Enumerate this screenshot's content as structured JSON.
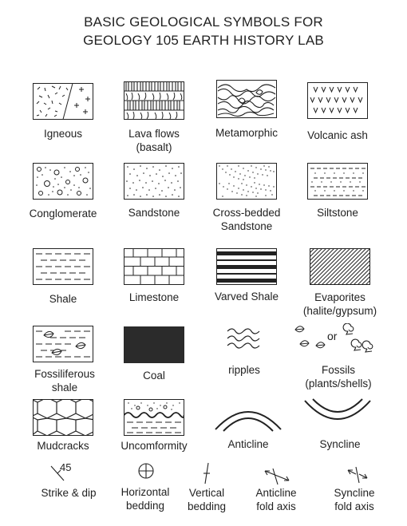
{
  "title": {
    "line1": "BASIC GEOLOGICAL SYMBOLS FOR",
    "line2": "GEOLOGY 105 EARTH HISTORY LAB"
  },
  "symbols": [
    {
      "id": "igneous",
      "label": "Igneous",
      "icon": "igneous-pattern"
    },
    {
      "id": "lava-flows",
      "label": "Lava flows\n(basalt)",
      "icon": "lava-flow-pattern"
    },
    {
      "id": "metamorphic",
      "label": "Metamorphic",
      "icon": "metamorphic-pattern"
    },
    {
      "id": "volcanic-ash",
      "label": "Volcanic ash",
      "icon": "volcanic-ash-pattern"
    },
    {
      "id": "conglomerate",
      "label": "Conglomerate",
      "icon": "conglomerate-pattern"
    },
    {
      "id": "sandstone",
      "label": "Sandstone",
      "icon": "sandstone-pattern"
    },
    {
      "id": "cross-bedded",
      "label": "Cross-bedded\nSandstone",
      "icon": "cross-bedded-pattern"
    },
    {
      "id": "siltstone",
      "label": "Siltstone",
      "icon": "siltstone-pattern"
    },
    {
      "id": "shale",
      "label": "Shale",
      "icon": "shale-pattern"
    },
    {
      "id": "limestone",
      "label": "Limestone",
      "icon": "limestone-pattern"
    },
    {
      "id": "varved-shale",
      "label": "Varved Shale",
      "icon": "varved-shale-pattern"
    },
    {
      "id": "evaporites",
      "label": "Evaporites\n(halite/gypsum)",
      "icon": "evaporite-pattern"
    },
    {
      "id": "fossiliferous-shale",
      "label": "Fossiliferous\nshale",
      "icon": "fossiliferous-shale-pattern"
    },
    {
      "id": "coal",
      "label": "Coal",
      "icon": "coal-pattern"
    },
    {
      "id": "ripples",
      "label": "ripples",
      "icon": "ripples-icon"
    },
    {
      "id": "fossils",
      "label": "Fossils\n(plants/shells)",
      "icon": "fossils-icon"
    },
    {
      "id": "mudcracks",
      "label": "Mudcracks",
      "icon": "mudcracks-pattern"
    },
    {
      "id": "unconformity",
      "label": "Uncomformity",
      "icon": "unconformity-pattern"
    },
    {
      "id": "anticline",
      "label": "Anticline",
      "icon": "anticline-icon"
    },
    {
      "id": "syncline",
      "label": "Syncline",
      "icon": "syncline-icon"
    },
    {
      "id": "strike-dip",
      "label": "Strike & dip",
      "icon": "strike-dip-icon"
    },
    {
      "id": "horizontal-bedding",
      "label": "Horizontal\nbedding",
      "icon": "horizontal-bedding-icon"
    },
    {
      "id": "vertical-bedding",
      "label": "Vertical\nbedding",
      "icon": "vertical-bedding-icon"
    },
    {
      "id": "anticline-axis",
      "label": "Anticline\nfold axis",
      "icon": "anticline-axis-icon"
    },
    {
      "id": "syncline-axis",
      "label": "Syncline\nfold axis",
      "icon": "syncline-axis-icon"
    }
  ],
  "fossils_or": "or",
  "strike_dip_value": "45",
  "colors": {
    "ink": "#222222",
    "coal": "#2b2b2b"
  }
}
